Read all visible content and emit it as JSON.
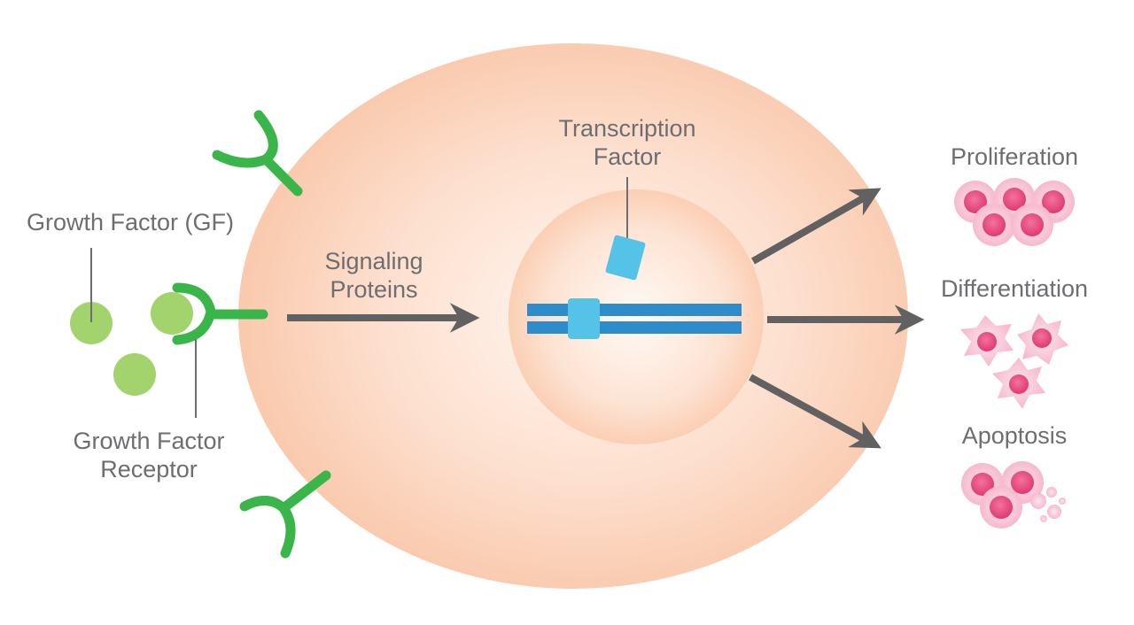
{
  "labels": {
    "growth_factor": "Growth Factor (GF)",
    "receptor_line1": "Growth Factor",
    "receptor_line2": "Receptor",
    "signaling_line1": "Signaling",
    "signaling_line2": "Proteins",
    "tf_line1": "Transcription",
    "tf_line2": "Factor",
    "proliferation": "Proliferation",
    "differentiation": "Differentiation",
    "apoptosis": "Apoptosis"
  },
  "colors": {
    "cell": "#f9c7a9",
    "nucleus": "#fbd5bf",
    "receptor_green": "#3ab54a",
    "growth_factor_green": "#a3d36c",
    "dna_blue": "#2e8ccb",
    "tf_blue": "#55c2e7",
    "arrow_gray": "#616161",
    "text_gray": "#6d6e71",
    "cell_pink": "#f8c4d4",
    "cell_pink_dark": "#e8447b"
  }
}
